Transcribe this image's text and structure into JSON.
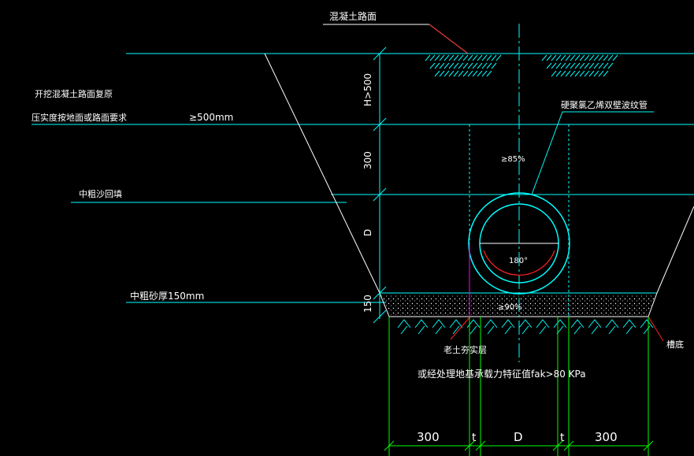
{
  "labels": {
    "concrete_surface": "混凝土路面",
    "excavate_restore_line1": "开挖混凝土路面复原",
    "excavate_restore_line2": "压实度按地面或路面要求",
    "cover_depth": "≥500mm",
    "pipe_name": "硬聚氯乙烯双壁波纹管",
    "compaction_85": "≥85%",
    "sand_backfill": "中粗沙回填",
    "sand_bed": "中粗砂厚150mm",
    "bed_angle": "180°",
    "compaction_90": "≥90%",
    "trench_bottom": "槽底",
    "subgrade_line1": "老土夯实层",
    "subgrade_line2": "或经处理地基承载力特征值fak>80 KPa"
  },
  "vertical_dims": {
    "h": "H>500",
    "d300": "300",
    "d": "D",
    "d150": "150"
  },
  "horizontal_dims": [
    "300",
    "t",
    "D",
    "t",
    "300"
  ],
  "colors": {
    "background": "#000000",
    "cyan": "#00ffff",
    "white": "#ffffff",
    "green": "#00ff00",
    "red": "#ff2020",
    "magenta": "#ff00ff"
  }
}
